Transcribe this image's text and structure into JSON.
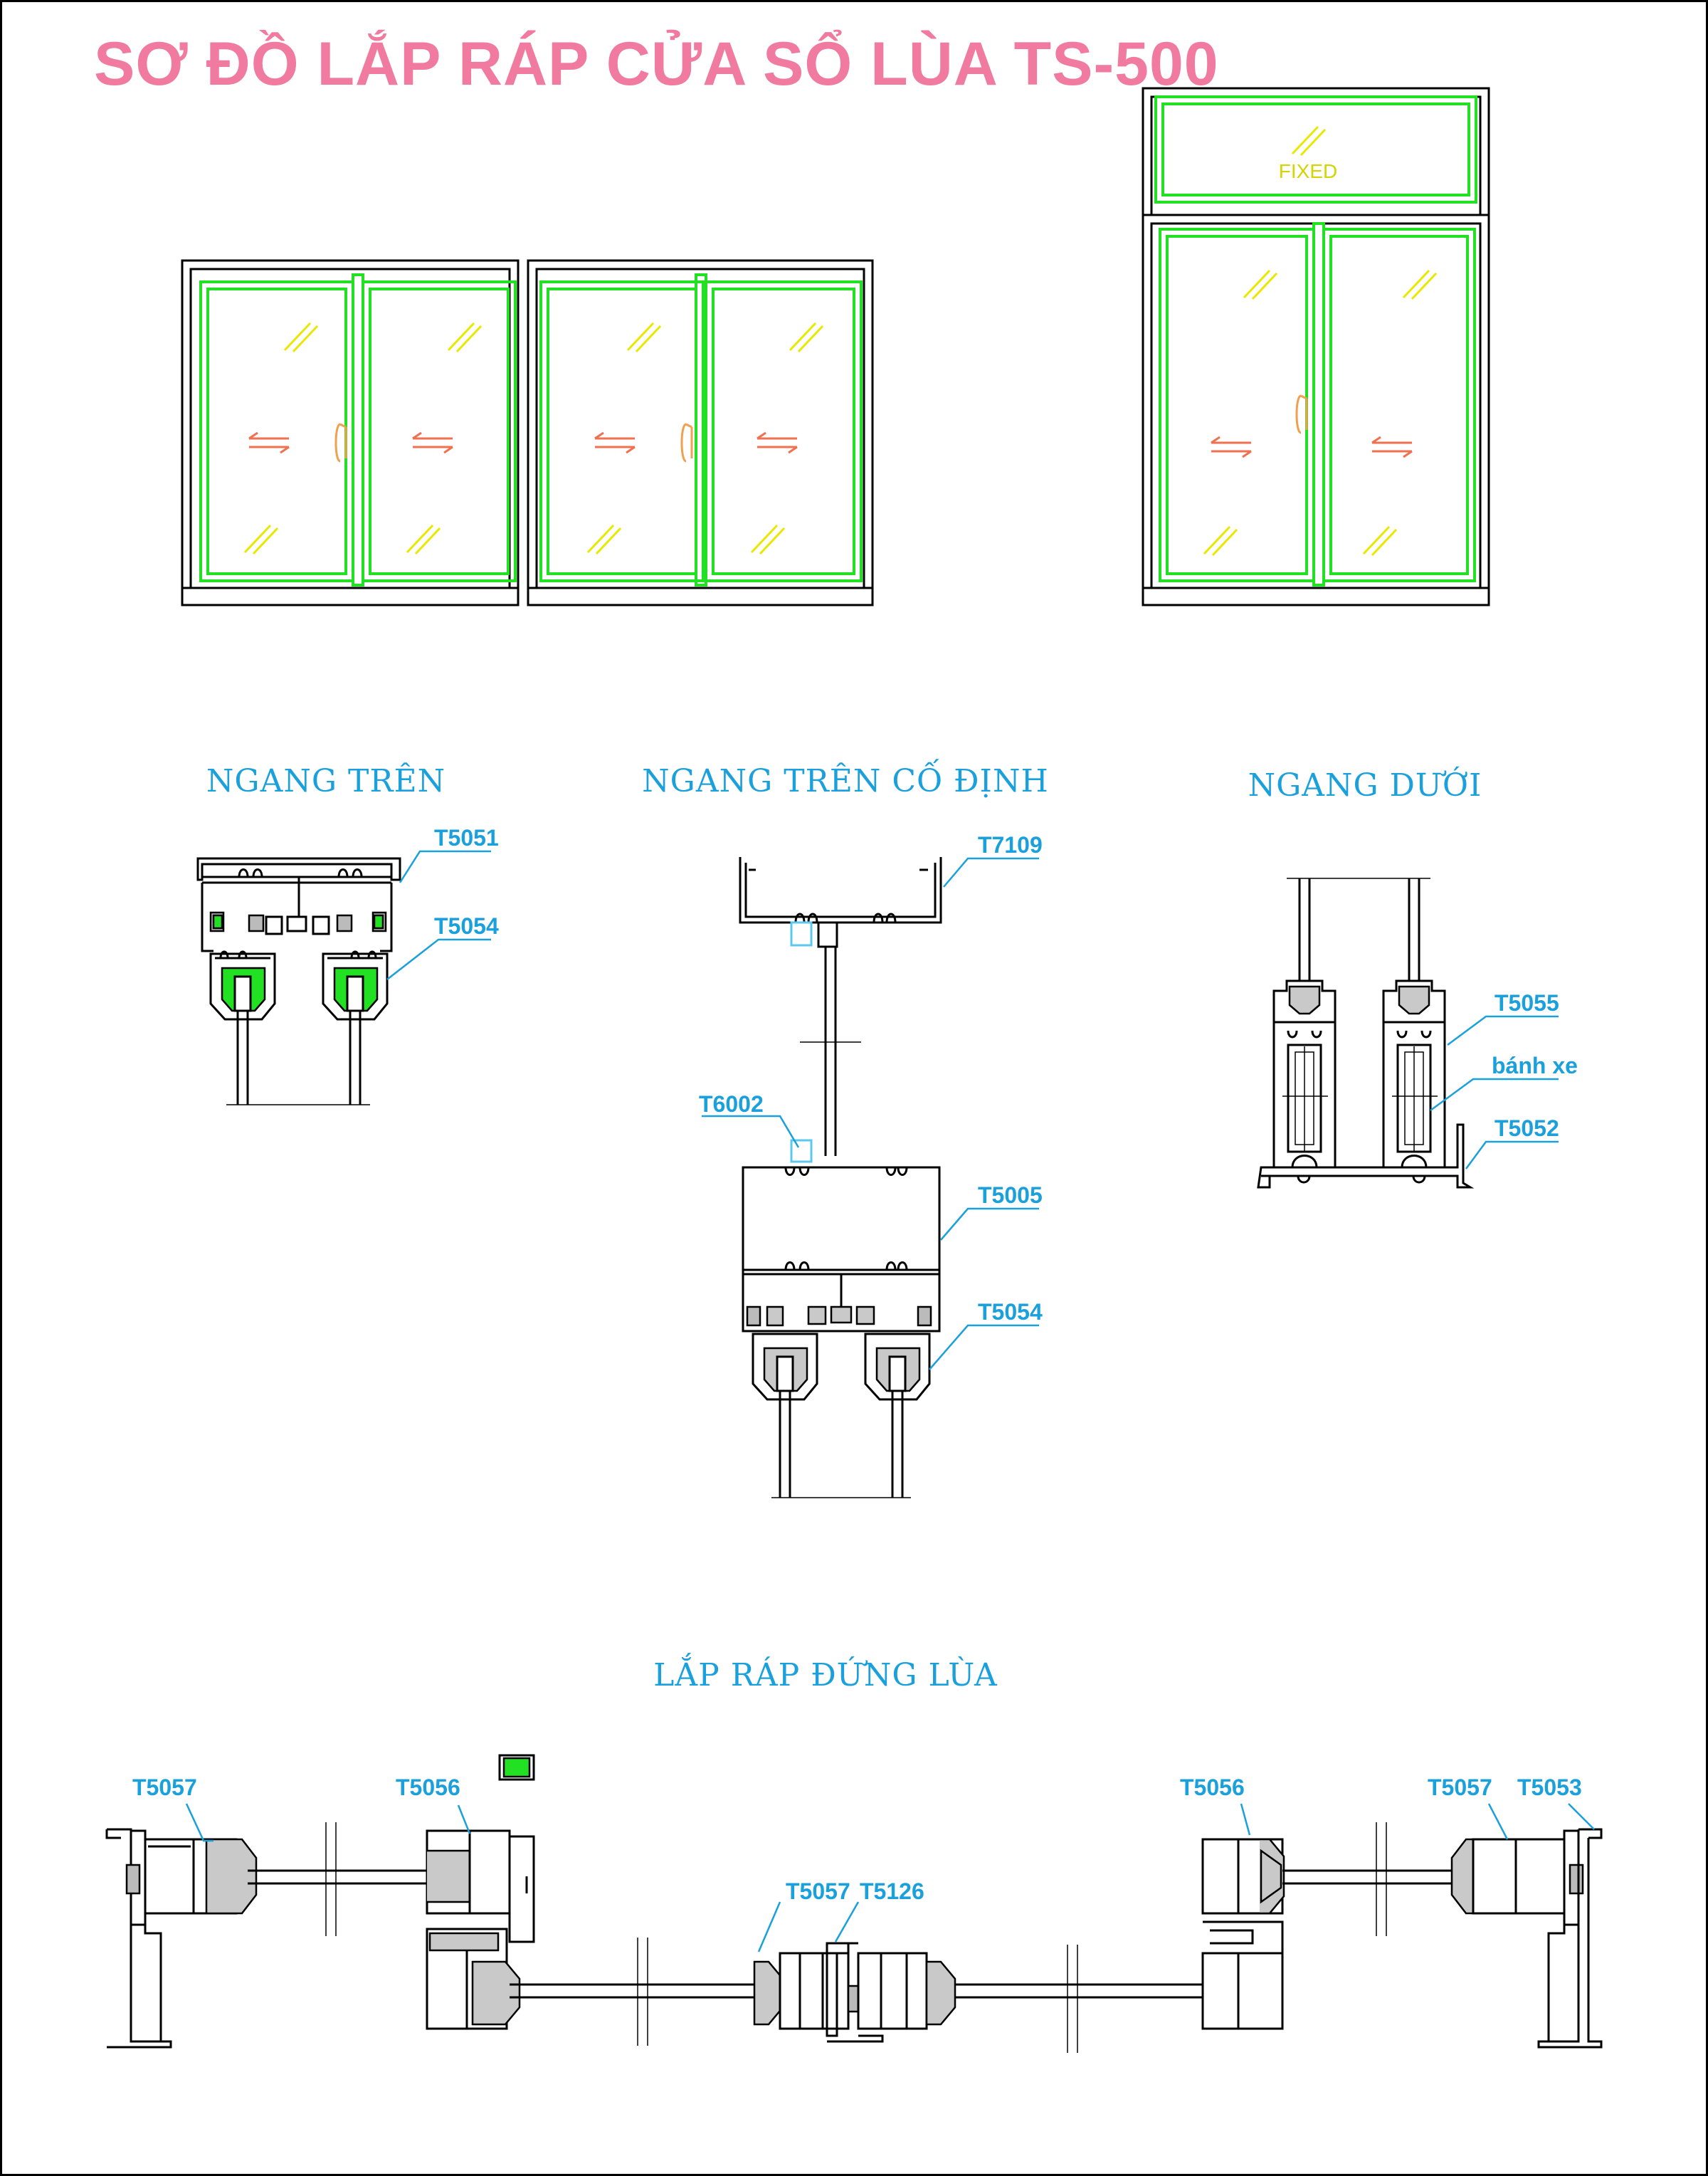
{
  "title": "SƠ ĐỒ LẮP RÁP CỬA SỔ LÙA TS-500",
  "sections": {
    "ngang_tren": "NGANG TRÊN",
    "ngang_tren_co_dinh": "NGANG TRÊN CỐ ĐỊNH",
    "ngang_duoi": "NGANG DƯỚI",
    "lap_rap_dung_lua": "LẮP RÁP ĐỨNG LÙA"
  },
  "elevation": {
    "fixed_label": "FIXED"
  },
  "labels": {
    "ngang_tren": [
      "T5051",
      "T5054"
    ],
    "ngang_tren_co_dinh": [
      "T7109",
      "T6002",
      "T5005",
      "T5054"
    ],
    "ngang_duoi": [
      "T5055",
      "bánh xe",
      "T5052"
    ],
    "lap_rap_dung_lua": [
      "T5057",
      "T5056",
      "T5057",
      "T5126",
      "T5056",
      "T5057",
      "T5053"
    ]
  },
  "colors": {
    "title": "#f07aa0",
    "section": "#1aa0dc",
    "sash": "#22e022",
    "glass_mark": "#e8e800",
    "slide_arrow": "#f07050",
    "handle": "#f0a050"
  }
}
